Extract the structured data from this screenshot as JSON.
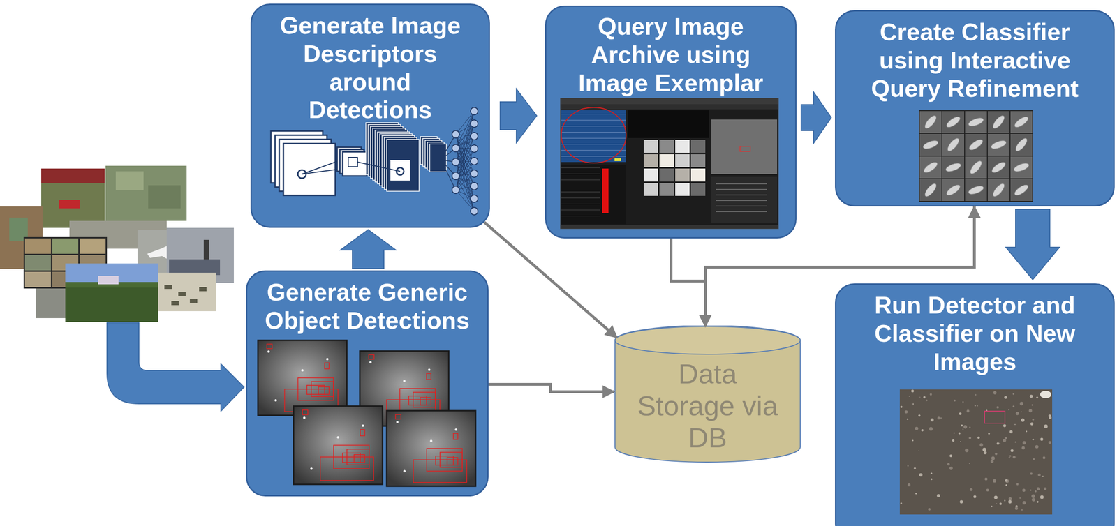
{
  "diagram": {
    "nodes": [
      {
        "text": [
          "Generate Image Descriptors around Detections"
        ]
      },
      {
        "text": [
          "Query Image Archive using Image Exemplar"
        ]
      },
      {
        "text": [
          "Create Classifier using Interactive Query Refinement"
        ]
      },
      {
        "text": [
          "Generate Generic Object Detections"
        ]
      },
      {
        "text": [
          "Data Storage via DB"
        ]
      },
      {
        "text": [
          "Run Detector and Classifier on New Images"
        ]
      }
    ],
    "edges": [
      {
        "from": 3,
        "to": 0,
        "arrow": "to"
      },
      {
        "from": 0,
        "to": 1,
        "arrow": "to"
      },
      {
        "from": 1,
        "to": 2,
        "arrow": "to"
      },
      {
        "from": 2,
        "to": 5,
        "arrow": "to"
      },
      {
        "from": 0,
        "to": 4,
        "arrow": "to"
      },
      {
        "from": 3,
        "to": 4,
        "arrow": "to"
      },
      {
        "from": 1,
        "to": 4,
        "arrow": "to"
      },
      {
        "from": 4,
        "to": 2,
        "arrow": "to"
      }
    ]
  }
}
